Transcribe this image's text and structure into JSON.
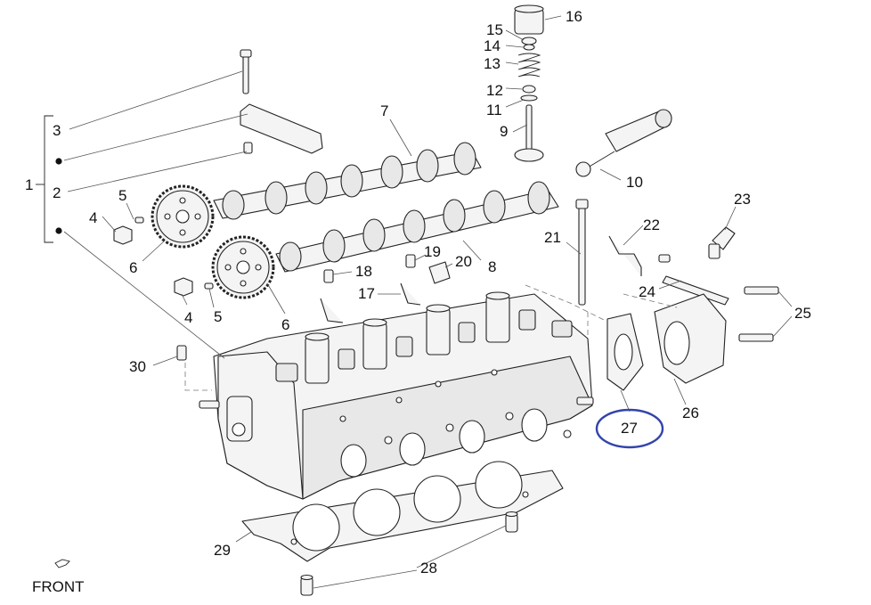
{
  "labels": {
    "l1": "1",
    "l2": "2",
    "l3": "3",
    "l4a": "4",
    "l4b": "4",
    "l5a": "5",
    "l5b": "5",
    "l6a": "6",
    "l6b": "6",
    "l7": "7",
    "l8": "8",
    "l9": "9",
    "l10": "10",
    "l11": "11",
    "l12": "12",
    "l13": "13",
    "l14": "14",
    "l15": "15",
    "l16": "16",
    "l17": "17",
    "l18": "18",
    "l19": "19",
    "l20": "20",
    "l21": "21",
    "l22": "22",
    "l23": "23",
    "l24": "24",
    "l25": "25",
    "l26": "26",
    "l27": "27",
    "l28": "28",
    "l29": "29",
    "l30": "30"
  },
  "front_label": "FRONT",
  "highlight_color": "#3344aa"
}
